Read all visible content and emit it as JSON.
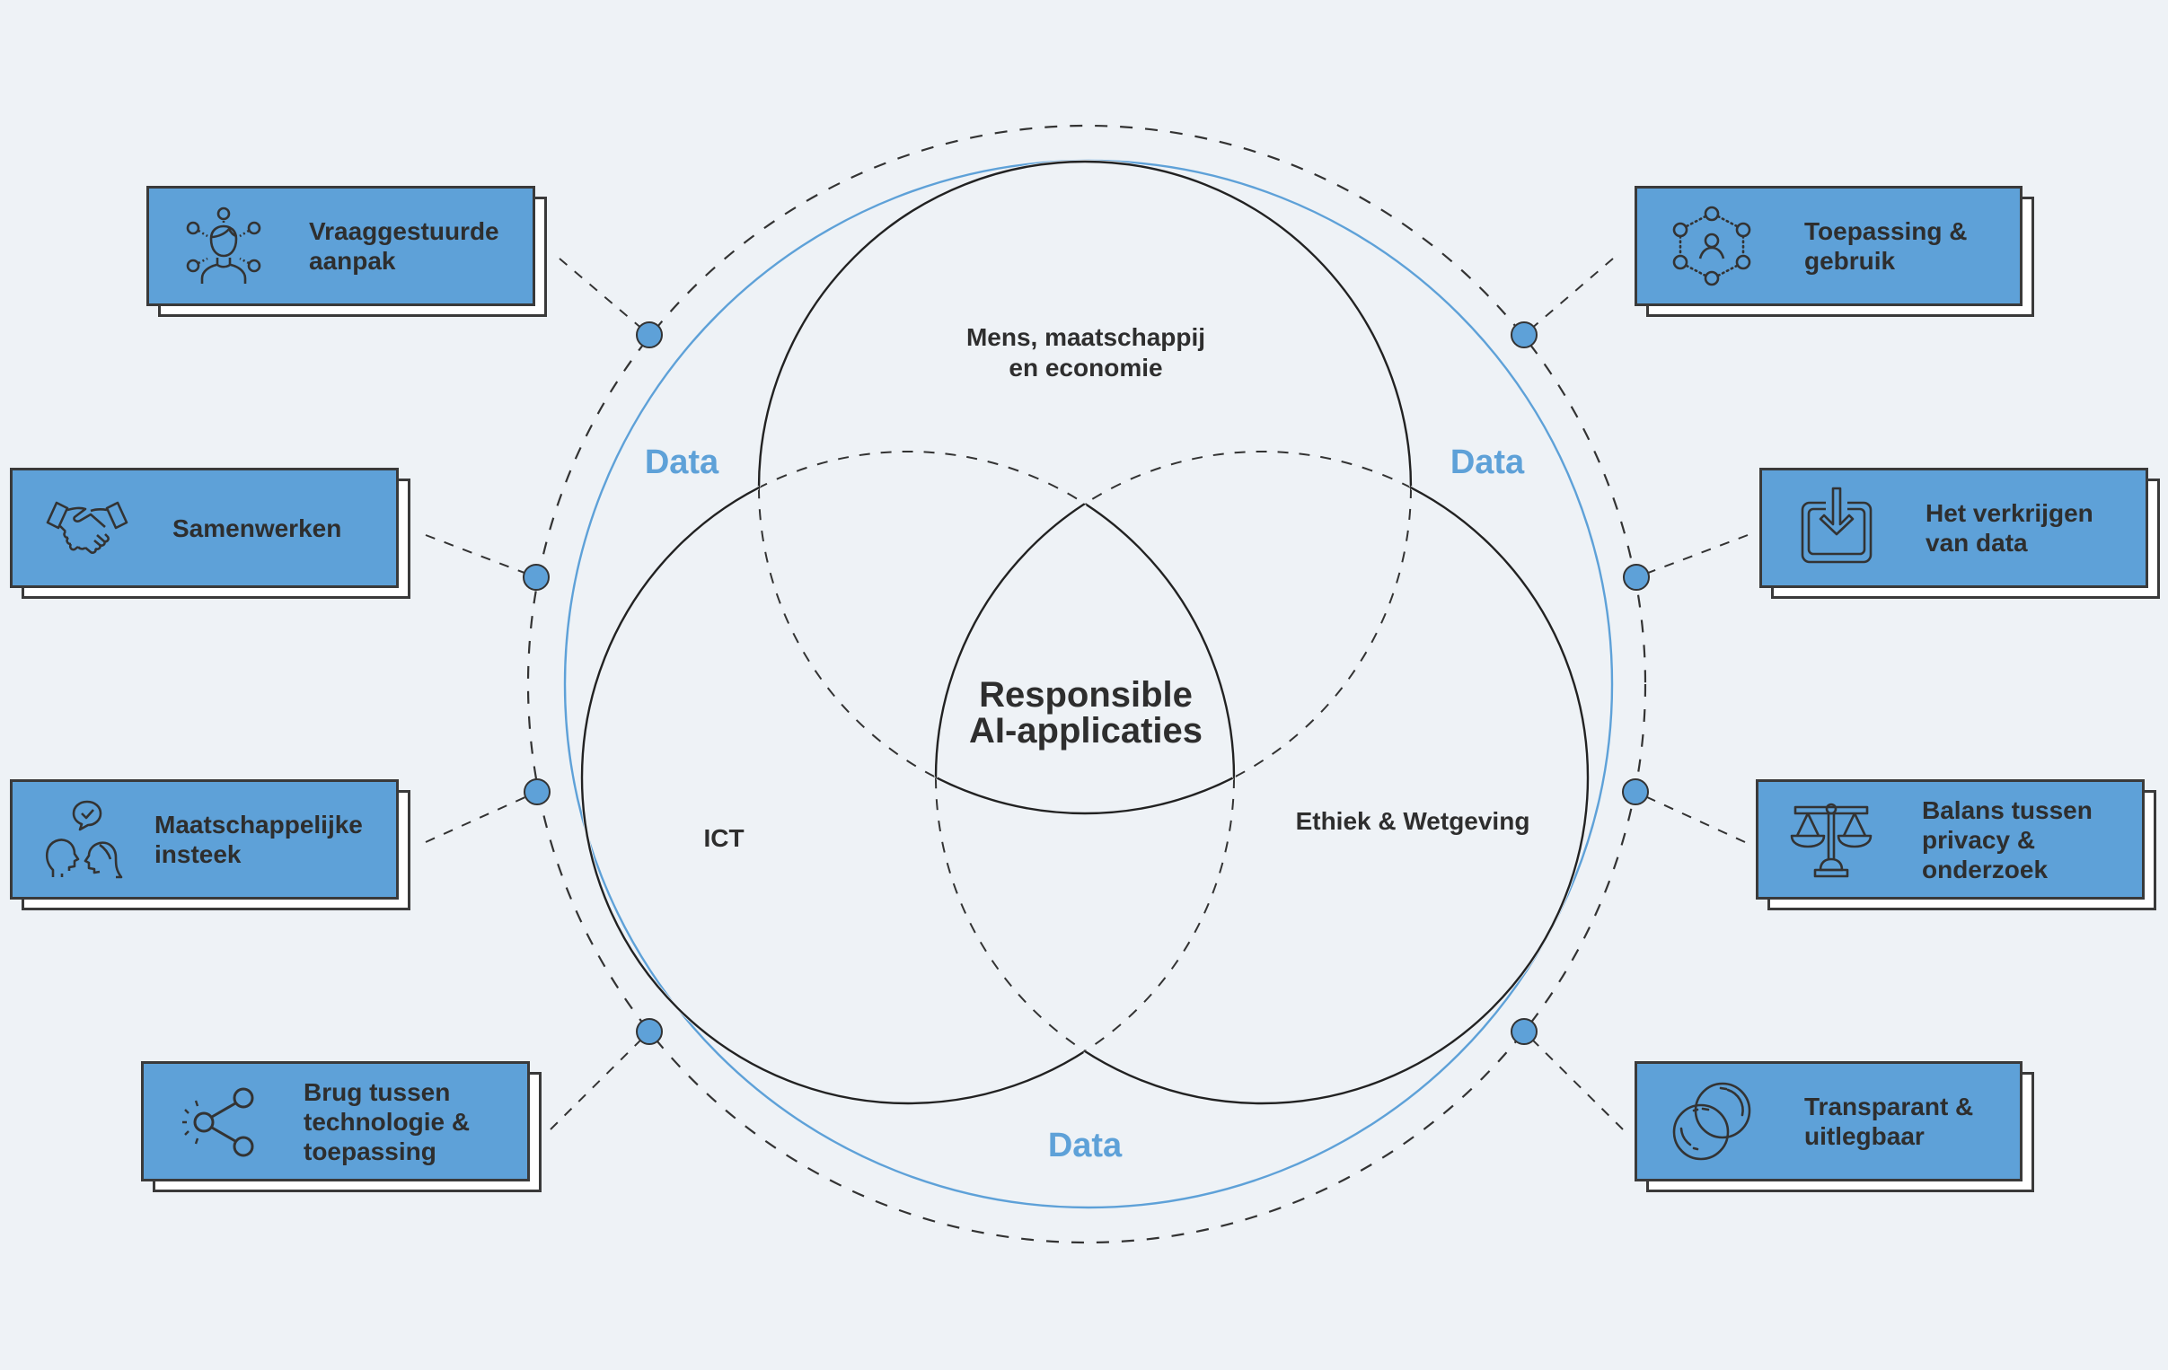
{
  "colors": {
    "background": "#eef2f6",
    "card_fill": "#5ea1d8",
    "accent_blue": "#5ea1d8",
    "ink": "#2e2e2e"
  },
  "venn": {
    "center_label": [
      "Responsible",
      "AI-applicaties"
    ],
    "top_label": [
      "Mens, maatschappij",
      "en economie"
    ],
    "left_label": "ICT",
    "right_label": "Ethiek & Wetgeving"
  },
  "ring_labels": {
    "left": "Data",
    "right": "Data",
    "bottom": "Data"
  },
  "cards": [
    {
      "id": "vraaggestuurde-aanpak",
      "text": "Vraaggestuurde\naanpak",
      "icon": "person-network-icon",
      "side": "left"
    },
    {
      "id": "samenwerken",
      "text": "Samenwerken",
      "icon": "handshake-icon",
      "side": "left"
    },
    {
      "id": "maatschappelijke-insteek",
      "text": "Maatschappelijke\ninsteek",
      "icon": "people-dialogue-icon",
      "side": "left"
    },
    {
      "id": "brug-tussen",
      "text": "Brug tussen\ntechnologie &\ntoepassing",
      "icon": "share-nodes-icon",
      "side": "left"
    },
    {
      "id": "toepassing-gebruik",
      "text": "Toepassing &\ngebruik",
      "icon": "user-hexagon-network-icon",
      "side": "right"
    },
    {
      "id": "verkrijgen-data",
      "text": "Het verkrijgen\nvan data",
      "icon": "download-tray-icon",
      "side": "right"
    },
    {
      "id": "balans-privacy",
      "text": "Balans tussen\nprivacy &\nonderzoek",
      "icon": "scales-icon",
      "side": "right"
    },
    {
      "id": "transparant",
      "text": "Transparant &\nuitlegbaar",
      "icon": "lenses-icon",
      "side": "right"
    }
  ]
}
